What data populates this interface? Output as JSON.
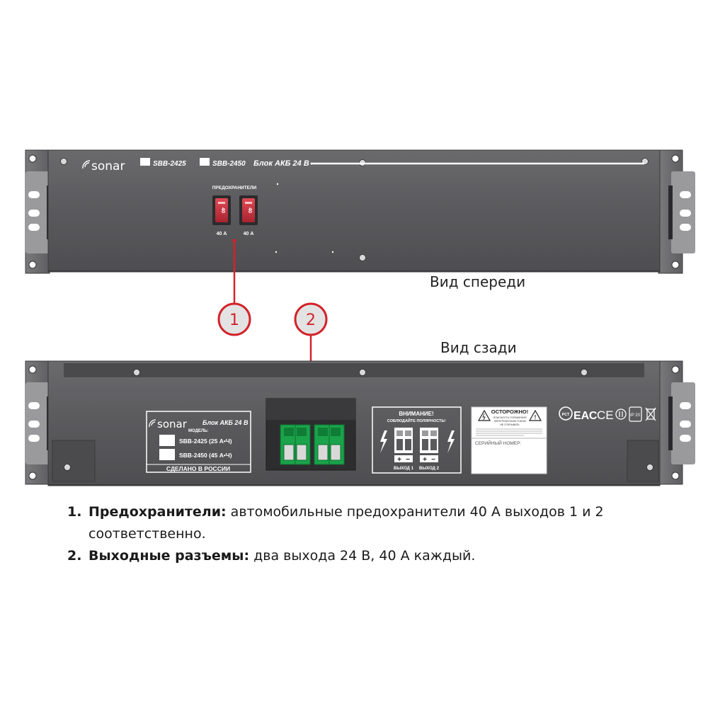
{
  "front": {
    "brand": "sonar",
    "models": [
      "SBB-2425",
      "SBB-2450"
    ],
    "unit_title": "Блок АКБ 24 В",
    "fuse_header": "ПРЕДОХРАНИТЕЛИ",
    "fuses": [
      {
        "rating_label": "40 А",
        "value_text": "40"
      },
      {
        "rating_label": "40 А",
        "value_text": "40"
      }
    ]
  },
  "labels": {
    "front_view": "Вид спереди",
    "rear_view": "Вид сзади"
  },
  "callouts": [
    "1",
    "2"
  ],
  "rear": {
    "brand": "sonar",
    "unit_title": "Блок АКБ 24 В",
    "model_header": "МОДЕЛЬ:",
    "models": [
      "SBB-2425 (25 А•Ч)",
      "SBB-2450 (45 А•Ч)"
    ],
    "made_in": "СДЕЛАНО В РОССИИ",
    "warning_title": "ВНИМАНИЕ!",
    "warning_text": "СОБЛЮДАЙТЕ ПОЛЯРНОСТЬ!",
    "outputs": [
      "ВЫХОД 1",
      "ВЫХОД 2"
    ],
    "polarity": [
      "+",
      "−"
    ],
    "caution_title": "ОСТОРОЖНО!",
    "caution_lines": [
      "ОПАСНОСТЬ ПОРАЖЕНИЯ",
      "ЭЛЕКТРИЧЕСКИМ ТОКОМ",
      "НЕ ОТКРЫВАТЬ"
    ],
    "serial_label": "СЕРИЙНЫЙ НОМЕР:",
    "cert_marks": [
      "РСТ",
      "ЕАС",
      "CE",
      "IP 20"
    ]
  },
  "notes": [
    {
      "num": "1.",
      "term": "Предохранители:",
      "text": " автомобильные предохранители 40 А выходов 1 и 2 соответственно."
    },
    {
      "num": "2.",
      "term": "Выходные разъемы:",
      "text": " два выхода 24 В, 40 А каждый."
    }
  ],
  "colors": {
    "panel": "#5b5b5e",
    "panel_dark": "#454548",
    "ear": "#6e6e71",
    "callout_red": "#d2232a",
    "callout_fill": "#e3e3e3",
    "terminal_green": "#1aa34a",
    "fuse_red": "#c5303a"
  }
}
